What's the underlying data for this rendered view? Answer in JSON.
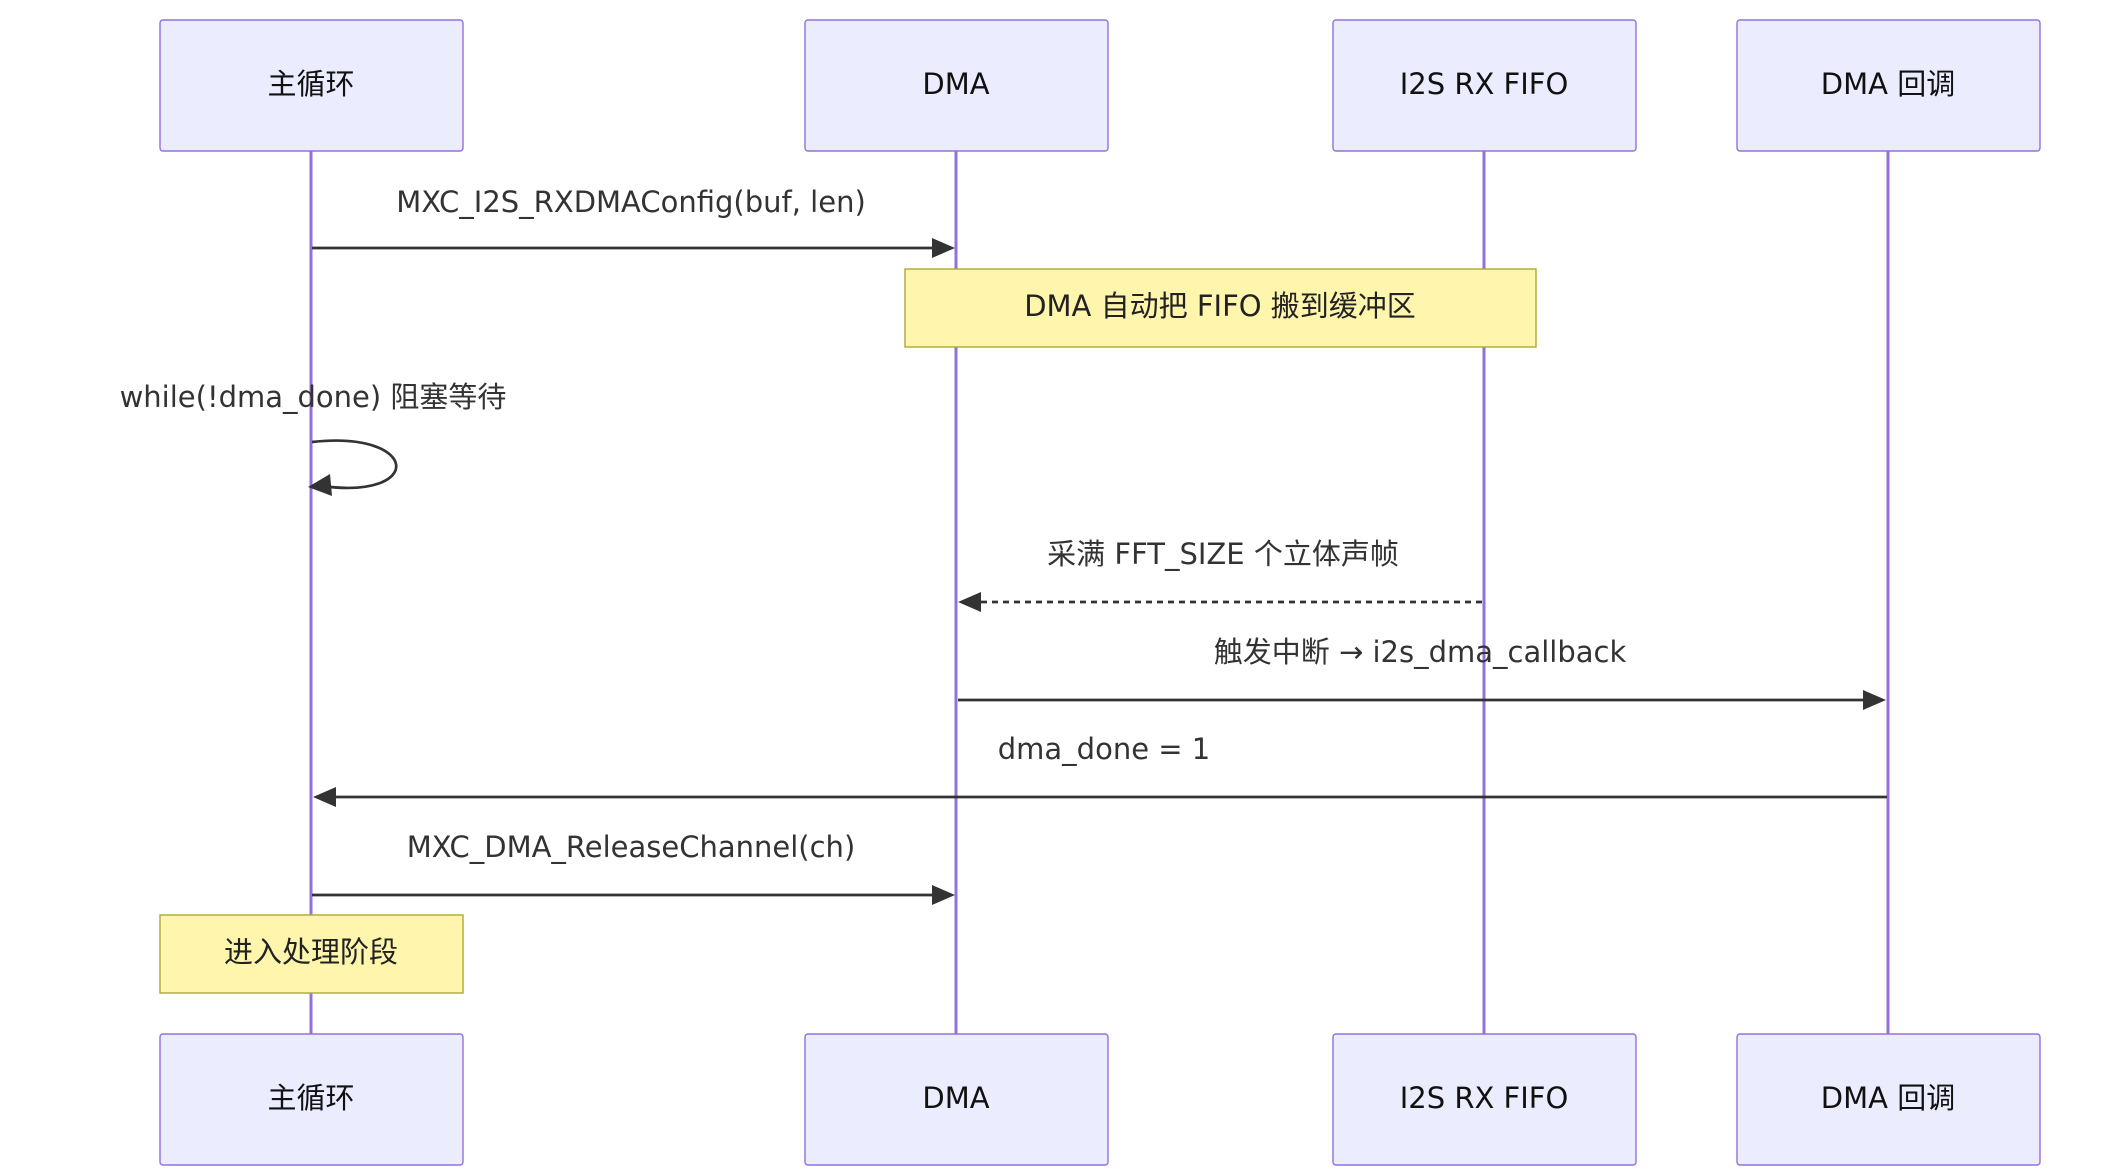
{
  "participants": [
    {
      "id": "main",
      "label": "主循环"
    },
    {
      "id": "dma",
      "label": "DMA"
    },
    {
      "id": "fifo",
      "label": "I2S RX FIFO"
    },
    {
      "id": "cb",
      "label": "DMA 回调"
    }
  ],
  "messages": [
    {
      "from": "main",
      "to": "dma",
      "text": "MXC_I2S_RXDMAConfig(buf, len)",
      "style": "solid"
    },
    {
      "from": "main",
      "to": "main",
      "text": "while(!dma_done) 阻塞等待",
      "style": "solid"
    },
    {
      "from": "fifo",
      "to": "dma",
      "text": "采满 FFT_SIZE 个立体声帧",
      "style": "dashed"
    },
    {
      "from": "dma",
      "to": "cb",
      "text": "触发中断 → i2s_dma_callback",
      "style": "solid"
    },
    {
      "from": "cb",
      "to": "main",
      "text": "dma_done = 1",
      "style": "solid"
    },
    {
      "from": "main",
      "to": "dma",
      "text": "MXC_DMA_ReleaseChannel(ch)",
      "style": "solid"
    }
  ],
  "notes": [
    {
      "text": "DMA 自动把 FIFO 搬到缓冲区"
    },
    {
      "text": "进入处理阶段"
    }
  ],
  "colors": {
    "actor_fill": "#ECECFF",
    "actor_stroke": "#9370DB",
    "note_fill": "#FFF5AD",
    "note_stroke": "#AAAA33",
    "line": "#333333"
  }
}
